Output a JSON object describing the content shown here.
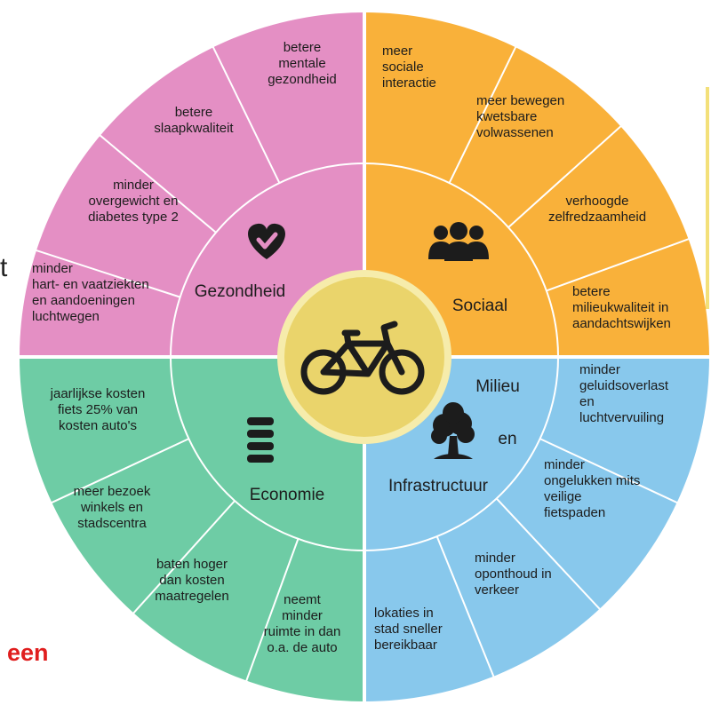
{
  "fragments": {
    "left_letter": "t",
    "bottom_word": "een",
    "bottom_word_color": "#e01e1e"
  },
  "colors": {
    "gezondheid": "#e48fc4",
    "sociaal": "#f9b13a",
    "milieu": "#88c8ec",
    "economie": "#6ecca5",
    "ring_line": "#ffffff",
    "center_fill": "#ead46b",
    "center_ring": "#f6ecab",
    "icon": "#1c1c1c",
    "text": "#1c1c1c"
  },
  "center": {
    "icon": "bicycle-icon"
  },
  "quadrants": [
    {
      "key": "gezondheid",
      "icon": "heart-check-icon",
      "label": [
        "Gezondheid"
      ],
      "items": [
        {
          "lines": [
            "betere",
            "mentale",
            "gezondheid"
          ]
        },
        {
          "lines": [
            "betere",
            "slaapkwaliteit"
          ]
        },
        {
          "lines": [
            "minder",
            "overgewicht en",
            "diabetes type 2"
          ]
        },
        {
          "lines": [
            "minder",
            "hart- en vaatziekten",
            "en aandoeningen",
            "luchtwegen"
          ]
        }
      ]
    },
    {
      "key": "sociaal",
      "icon": "people-icon",
      "label": [
        "Sociaal"
      ],
      "items": [
        {
          "lines": [
            "meer",
            "sociale",
            "interactie"
          ]
        },
        {
          "lines": [
            "meer bewegen",
            "kwetsbare",
            "volwassenen"
          ]
        },
        {
          "lines": [
            "verhoogde",
            "zelfredzaamheid"
          ]
        },
        {
          "lines": [
            "betere",
            "milieukwaliteit in",
            "aandachtswijken"
          ]
        }
      ]
    },
    {
      "key": "milieu",
      "icon": "tree-icon",
      "label": [
        "Milieu",
        "en",
        "Infrastructuur"
      ],
      "items": [
        {
          "lines": [
            "minder",
            "geluidsoverlast",
            "en",
            "luchtvervuiling"
          ]
        },
        {
          "lines": [
            "minder",
            "ongelukken mits",
            "veilige",
            "fietspaden"
          ]
        },
        {
          "lines": [
            "minder",
            "oponthoud in",
            "verkeer"
          ]
        },
        {
          "lines": [
            "lokaties in",
            "stad sneller",
            "bereikbaar"
          ]
        }
      ]
    },
    {
      "key": "economie",
      "icon": "coins-icon",
      "label": [
        "Economie"
      ],
      "items": [
        {
          "lines": [
            "jaarlijkse kosten",
            "fiets 25% van",
            "kosten auto's"
          ]
        },
        {
          "lines": [
            "meer bezoek",
            "winkels en",
            "stadscentra"
          ]
        },
        {
          "lines": [
            "baten  hoger",
            "dan kosten",
            "maatregelen"
          ]
        },
        {
          "lines": [
            "neemt",
            "minder",
            "ruimte in dan",
            "o.a. de auto"
          ]
        }
      ]
    }
  ]
}
